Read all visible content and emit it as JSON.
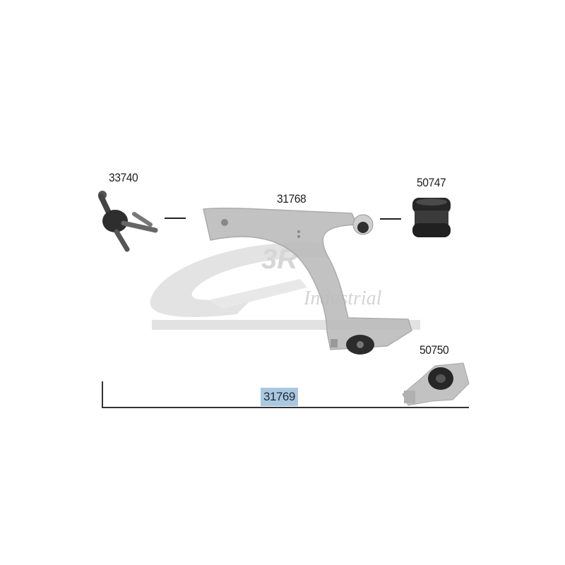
{
  "diagram": {
    "watermark": {
      "brand": "3R",
      "subtitle": "Industrial"
    },
    "parts": [
      {
        "id": "ball-joint",
        "code": "33740"
      },
      {
        "id": "control-arm",
        "code": "31768"
      },
      {
        "id": "front-bushing",
        "code": "50747"
      },
      {
        "id": "rear-bushing",
        "code": "50750"
      }
    ],
    "kit": {
      "code": "31769",
      "highlight_color": "#a9c8e0"
    }
  }
}
